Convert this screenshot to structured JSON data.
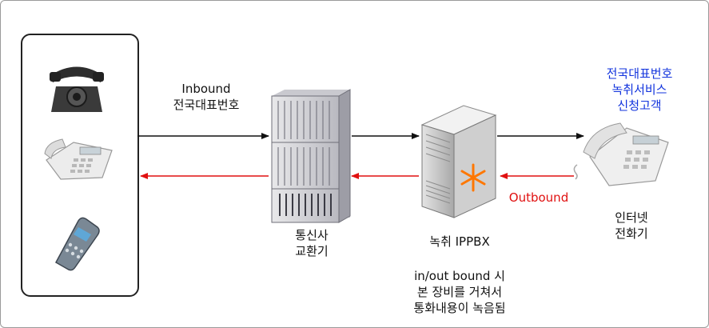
{
  "inbound_label": [
    "Inbound",
    "전국대표번호"
  ],
  "exchange_label": [
    "통신사",
    "교환기"
  ],
  "ippbx_label": "녹취 IPPBX",
  "note_label": [
    "in/out bound 시",
    "본 장비를 거쳐서",
    "통화내용이 녹음됨"
  ],
  "customer_label": [
    "전국대표번호",
    "녹취서비스",
    "신청고객"
  ],
  "outbound_label": "Outbound",
  "internet_phone_label": [
    "인터넷",
    "전화기"
  ],
  "colors": {
    "flow": "#111111",
    "return": "#e01010",
    "customer": "#1133dd",
    "record_mark": "#ff7700"
  },
  "icons": [
    "rotary-phone-icon",
    "desk-phone-icon",
    "mobile-phone-icon",
    "exchange-rack-icon",
    "server-icon",
    "internet-phone-icon"
  ]
}
